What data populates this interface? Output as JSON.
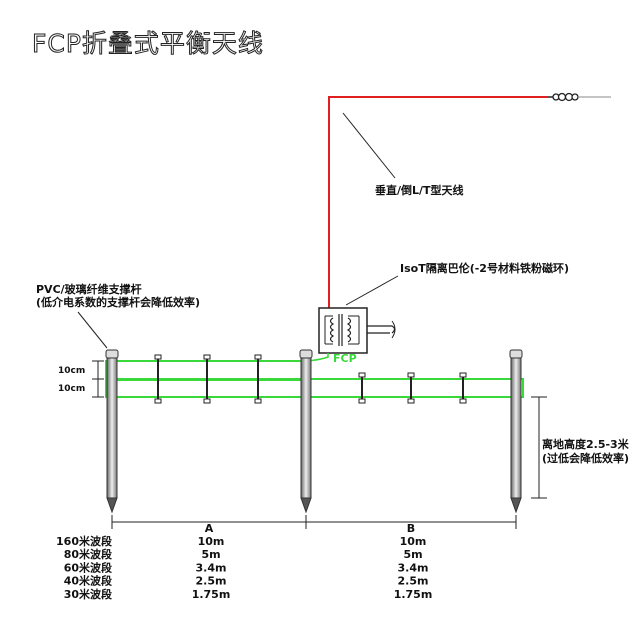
{
  "title": "FCP折叠式平衡天线",
  "labels": {
    "vertical_antenna": "垂直/倒L/T型天线",
    "isolation_balun": "IsoT隔离巴伦(-2号材料铁粉磁环)",
    "support_pole_line1": "PVC/玻璃纤维支撑杆",
    "support_pole_line2": "(低介电系数的支撑杆会降低效率)",
    "fcp": "FCP",
    "spacing_top": "10cm",
    "spacing_bottom": "10cm",
    "height_line1": "离地高度2.5-3米",
    "height_line2": "(过低会降低效率)",
    "dim_a": "A",
    "dim_b": "B"
  },
  "colors": {
    "wire_red": "#e02020",
    "conductor_green": "#39d93c",
    "line_dark": "#222222"
  },
  "bands": [
    {
      "band": "160米波段",
      "a": "10m",
      "b": "10m"
    },
    {
      "band": "80米波段",
      "a": "5m",
      "b": "5m"
    },
    {
      "band": "60米波段",
      "a": "3.4m",
      "b": "3.4m"
    },
    {
      "band": "40米波段",
      "a": "2.5m",
      "b": "2.5m"
    },
    {
      "band": "30米波段",
      "a": "1.75m",
      "b": "1.75m"
    }
  ]
}
